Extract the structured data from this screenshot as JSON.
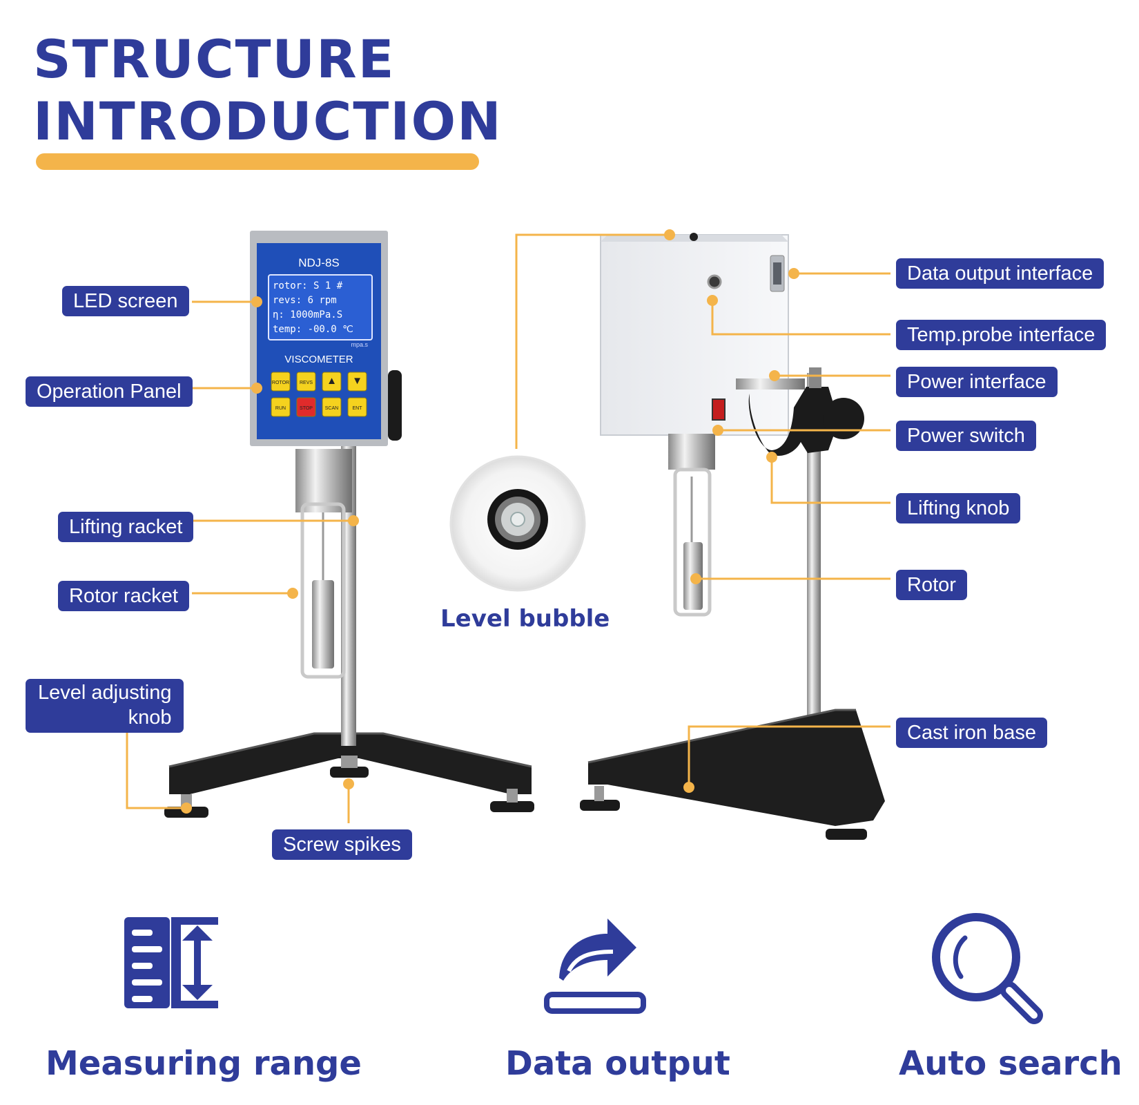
{
  "title": {
    "line1": "STRUCTURE",
    "line2": "INTRODUCTION"
  },
  "colors": {
    "brand_blue": "#2f3c9a",
    "accent_orange": "#f4b44a"
  },
  "device": {
    "model": "NDJ-8S",
    "panel_name": "VISCOMETER",
    "screen": {
      "row1": "rotor:  S 1      #",
      "row2": "revs:     6    rpm",
      "row3": "η:    1000mPa.S",
      "row4": "temp:  -00.0   ℃",
      "unit": "mpa.s"
    },
    "buttons": [
      "ROTOR",
      "REVS",
      "▲",
      "▼",
      "RUN",
      "STOP",
      "SCAN",
      "ENT"
    ]
  },
  "left_labels": {
    "led_screen": "LED screen",
    "operation_panel": "Operation Panel",
    "lifting_racket": "Lifting racket",
    "rotor_racket": "Rotor racket",
    "level_knob_line1": "Level adjusting",
    "level_knob_line2": "knob",
    "screw_spikes": "Screw spikes"
  },
  "right_labels": {
    "data_output_interface": "Data output interface",
    "temp_probe_interface": "Temp.probe interface",
    "power_interface": "Power interface",
    "power_switch": "Power switch",
    "lifting_knob": "Lifting knob",
    "rotor": "Rotor",
    "cast_iron_base": "Cast iron base"
  },
  "level_bubble": "Level bubble",
  "features": [
    {
      "label": "Measuring range",
      "icon": "ruler-icon"
    },
    {
      "label": "Data output",
      "icon": "share-icon"
    },
    {
      "label": "Auto search",
      "icon": "search-icon"
    }
  ]
}
